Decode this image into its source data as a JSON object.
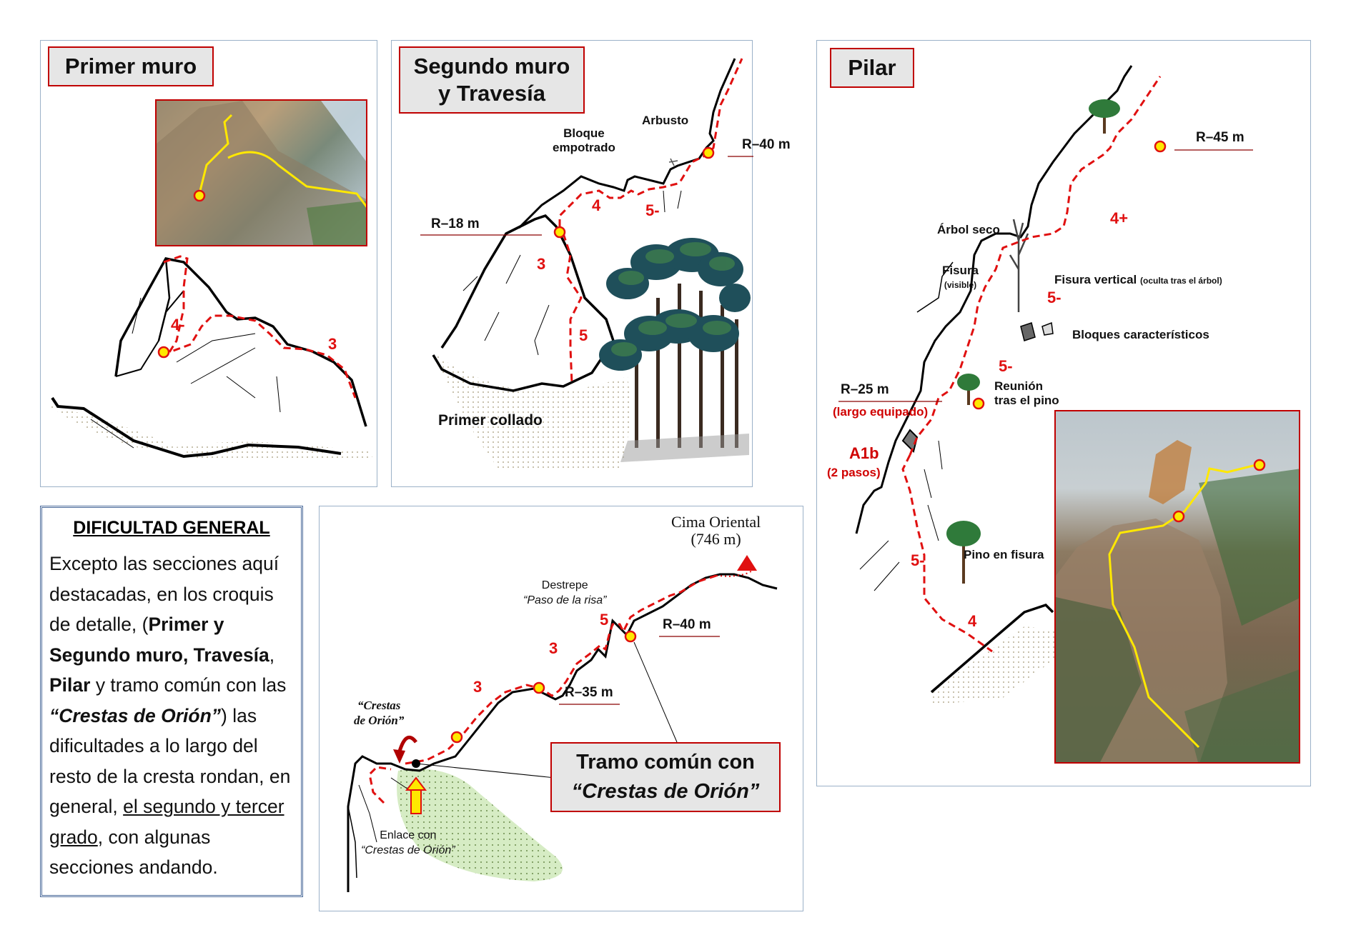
{
  "panel1": {
    "title": "Primer muro",
    "grades": [
      "4-",
      "3"
    ]
  },
  "panel2": {
    "title_line1": "Segundo muro",
    "title_line2": "y Travesía",
    "bloque_l1": "Bloque",
    "bloque_l2": "empotrado",
    "arbusto": "Arbusto",
    "r40": "R–40 m",
    "r18": "R–18 m",
    "grades": [
      "4",
      "5-",
      "3",
      "5"
    ],
    "primer_collado": "Primer collado"
  },
  "panel3": {
    "title": "Pilar",
    "arbol_seco": "Árbol seco",
    "fisura": "Fisura",
    "visible": "(visible)",
    "fisura_vertical": "Fisura vertical",
    "oculta": "(oculta tras el árbol)",
    "bloques": "Bloques característicos",
    "reunion_l1": "Reunión",
    "reunion_l2": "tras el pino",
    "r25": "R–25 m",
    "largo": "(largo equipado)",
    "a1b": "A1b",
    "pasos": "(2 pasos)",
    "pino_fisura": "Pino en fisura",
    "r45": "R–45 m",
    "grades": [
      "4+",
      "5-",
      "5-",
      "5-",
      "4"
    ]
  },
  "dificultad": {
    "heading": "DIFICULTAD GENERAL",
    "t1": "Excepto las secciones aquí destacadas, en los croquis de detalle, (",
    "b1": "Primer y Segundo muro, Travesía",
    "t2": ", ",
    "b2": "Pilar",
    "t3": " y tramo común con las ",
    "bi1": "“Crestas de Orión”",
    "t4": ") las dificultades a lo largo del resto de la cresta rondan, en general, ",
    "u1": "el segundo y tercer grado",
    "t5": ", con algunas secciones andando."
  },
  "panel4": {
    "cima_l1": "Cima Oriental",
    "cima_l2": "(746 m)",
    "destrepe": "Destrepe",
    "paso": "“Paso de la risa”",
    "r40": "R–40 m",
    "r35": "R–35 m",
    "grades": [
      "5",
      "3",
      "3"
    ],
    "crestas_l1": "“Crestas",
    "crestas_l2": "de Orión”",
    "enlace_l1": "Enlace con",
    "enlace_l2": "“Crestas de Orión”",
    "tramo_l1": "Tramo común con",
    "tramo_l2": "“Crestas de Orión”"
  },
  "colors": {
    "route_red": "#e01010",
    "belay_yellow": "#ffe800",
    "frame_blue": "#9bb1c8",
    "title_fill": "#e6e6e6"
  }
}
